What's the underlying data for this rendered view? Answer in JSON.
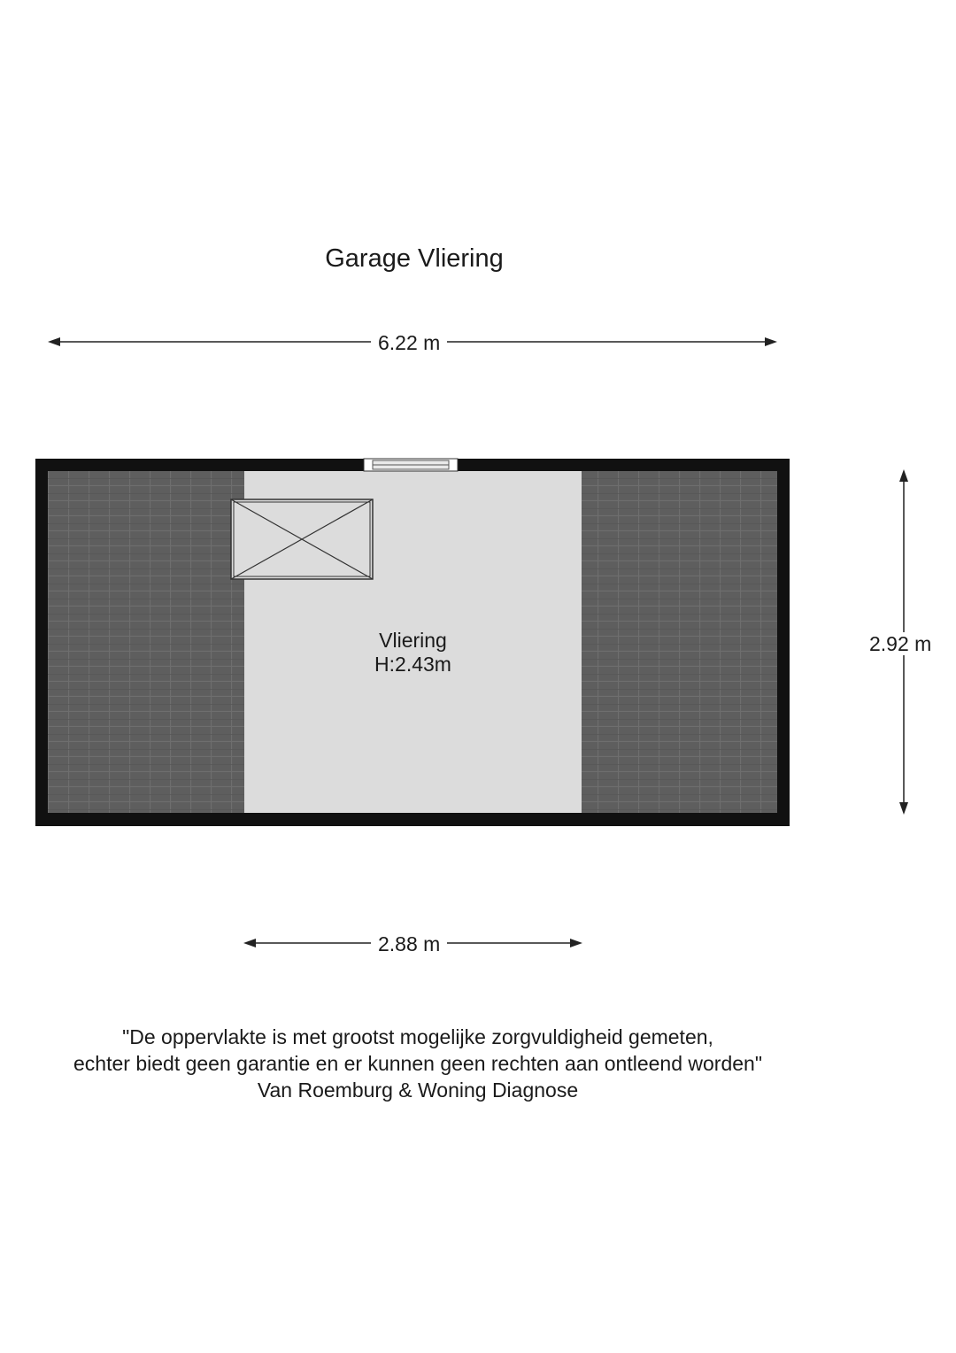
{
  "title": "Garage Vliering",
  "dimensions": {
    "width_top": "6.22 m",
    "height_right": "2.92 m",
    "width_bottom": "2.88 m"
  },
  "room": {
    "name": "Vliering",
    "height": "H:2.43m"
  },
  "disclaimer": {
    "line1": "\"De oppervlakte is met grootst mogelijke zorgvuldigheid gemeten,",
    "line2": "echter biedt geen garantie en er kunnen geen rechten aan ontleend worden\"",
    "line3": "Van Roemburg & Woning Diagnose"
  },
  "colors": {
    "wall": "#111111",
    "roof_tiles": "#5e5e5e",
    "floor": "#dcdcdc"
  },
  "icons": {
    "hatch": "hatch-icon",
    "window": "window-icon"
  }
}
